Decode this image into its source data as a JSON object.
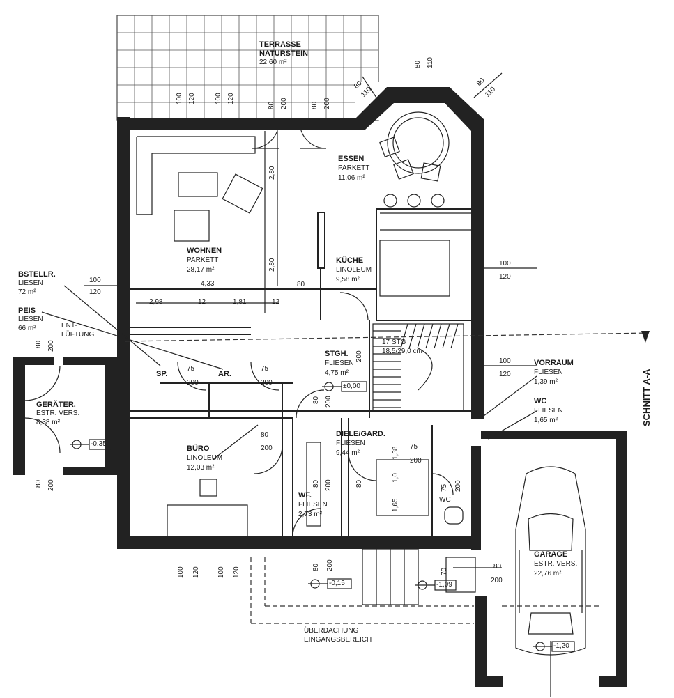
{
  "rooms": {
    "terrasse": {
      "name": "TERRASSE",
      "floor": "NATURSTEIN",
      "area": "22,60 m²"
    },
    "essen": {
      "name": "ESSEN",
      "floor": "PARKETT",
      "area": "11,06 m²"
    },
    "wohnen": {
      "name": "WOHNEN",
      "floor": "PARKETT",
      "area": "28,17 m²"
    },
    "kueche": {
      "name": "KÜCHE",
      "floor": "LINOLEUM",
      "area": "9,58 m²"
    },
    "bestellr": {
      "name": "BSTELLR.",
      "floor": "LIESEN",
      "area": "72 m²"
    },
    "speis": {
      "name": "PEIS",
      "floor": "LIESEN",
      "area": "66 m²"
    },
    "entlueftung": {
      "line1": "ENT-",
      "line2": "LÜFTUNG"
    },
    "stgh": {
      "name": "STGH.",
      "floor": "FLIESEN",
      "area": "4,75 m²"
    },
    "vorraum": {
      "name": "VORRAUM",
      "floor": "FLIESEN",
      "area": "1,39 m²"
    },
    "wc": {
      "name": "WC",
      "floor": "FLIESEN",
      "area": "1,65 m²"
    },
    "geraeter": {
      "name": "GERÄTER.",
      "floor": "ESTR. VERS.",
      "area": "8,38 m²"
    },
    "buero": {
      "name": "BÜRO",
      "floor": "LINOLEUM",
      "area": "12,03 m²"
    },
    "diele": {
      "name": "DIELE/GARD.",
      "floor": "FLIESEN",
      "area": "9,44 m²"
    },
    "wf": {
      "name": "WF.",
      "floor": "FLIESEN",
      "area": "2,73 m²"
    },
    "garage": {
      "name": "GARAGE",
      "floor": "ESTR. VERS.",
      "area": "22,76 m²"
    },
    "ueberdachung": {
      "line1": "ÜBERDACHUNG",
      "line2": "EINGANGSBEREICH"
    }
  },
  "small_labels": {
    "sp": "SP.",
    "ar": "AR.",
    "wc_small": "WC"
  },
  "section": {
    "label": "SCHNITT A-A"
  },
  "stairs": {
    "steps": "17 STG",
    "size": "18,5/29,0 cm"
  },
  "levels": {
    "geraeter": "-0,35",
    "stgh": "±0,00",
    "entrance": "-0,15",
    "step": "-1,09",
    "garage": "-1,20"
  },
  "dims": {
    "d433": "4,33",
    "d298": "2,98",
    "d12": "12",
    "d181": "1,81",
    "d12b": "12",
    "d280a": "2,80",
    "d280b": "2,80",
    "d80k": "80",
    "d100_120_left": [
      "100",
      "120"
    ],
    "d100_120_right": [
      "100",
      "120"
    ],
    "d100_120_mid": [
      "100",
      "120"
    ],
    "terr_w1": [
      "100",
      "120"
    ],
    "terr_w2": [
      "100",
      "120"
    ],
    "terr_door1": [
      "80",
      "200"
    ],
    "terr_door2": [
      "80",
      "200"
    ],
    "bay1": [
      "80",
      "110"
    ],
    "bay2": [
      "80",
      "110"
    ],
    "bay3": [
      "80",
      "110"
    ],
    "ger_door": [
      "80",
      "200"
    ],
    "ger_door2": [
      "80",
      "200"
    ],
    "sp_door": [
      "75",
      "200"
    ],
    "ar_door": [
      "75",
      "200"
    ],
    "buero_door": [
      "80",
      "200"
    ],
    "stgh_door": [
      "80",
      "200"
    ],
    "wf_door": [
      "80",
      "200"
    ],
    "diele_door": [
      "75",
      "200"
    ],
    "wc_door": [
      "75",
      "200"
    ],
    "diele_v1": "1,38",
    "diele_v2": "1,0",
    "diele_v3": "1,65",
    "wf_door2": [
      "80",
      "200"
    ],
    "bottom_w1": [
      "100",
      "120"
    ],
    "bottom_w2": [
      "100",
      "120"
    ],
    "entrance_door": [
      "80",
      "200"
    ],
    "garage_door": [
      "80",
      "200"
    ],
    "garage_v": "70"
  }
}
